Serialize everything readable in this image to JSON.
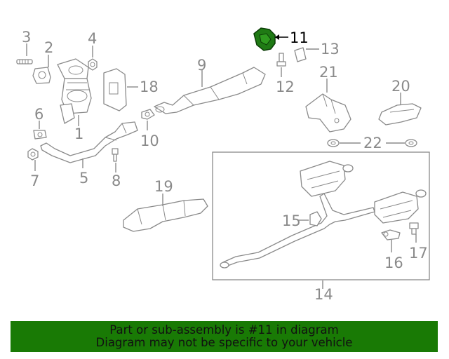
{
  "diagram": {
    "callouts": {
      "c1": "1",
      "c2": "2",
      "c3": "3",
      "c4": "4",
      "c5": "5",
      "c6": "6",
      "c7": "7",
      "c8": "8",
      "c9": "9",
      "c10": "10",
      "c11": "11",
      "c12": "12",
      "c13": "13",
      "c14": "14",
      "c15": "15",
      "c16": "16",
      "c17": "17",
      "c18": "18",
      "c19": "19",
      "c20": "20",
      "c21": "21",
      "c22": "22"
    },
    "highlighted_part": "11",
    "highlight_color": "#1f7a14",
    "line_color": "#8a8a8a"
  },
  "footer": {
    "line1": "Part or sub-assembly is #11 in diagram",
    "line2": "Diagram may not be specific to your vehicle",
    "background": "#197a05"
  }
}
